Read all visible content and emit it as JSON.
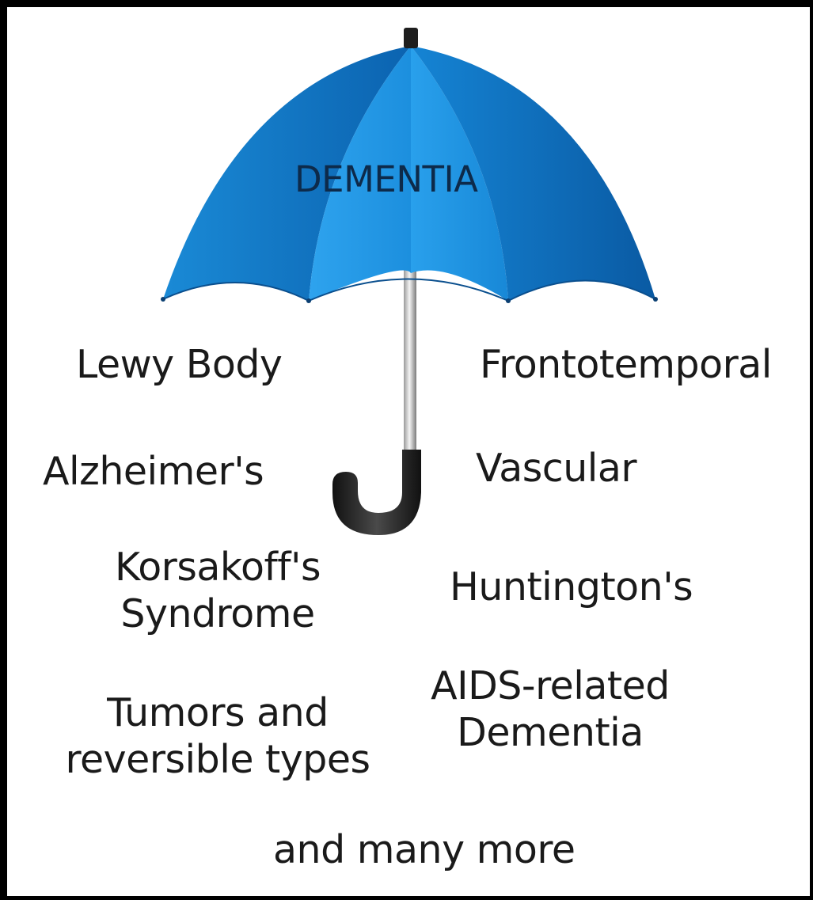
{
  "umbrella": {
    "title": "DEMENTIA",
    "canopy_color": "#1e8fd8",
    "canopy_dark": "#0a5ea8",
    "handle_color": "#1c1c1c"
  },
  "types": {
    "lewy_body": "Lewy Body",
    "frontotemporal": "Frontotemporal",
    "alzheimers": "Alzheimer's",
    "vascular": "Vascular",
    "korsakoff_line1": "Korsakoff's",
    "korsakoff_line2": "Syndrome",
    "huntingtons": "Huntington's",
    "aids_line1": "AIDS-related",
    "aids_line2": "Dementia",
    "tumors_line1": "Tumors and",
    "tumors_line2": "reversible types",
    "more": "and many more"
  }
}
